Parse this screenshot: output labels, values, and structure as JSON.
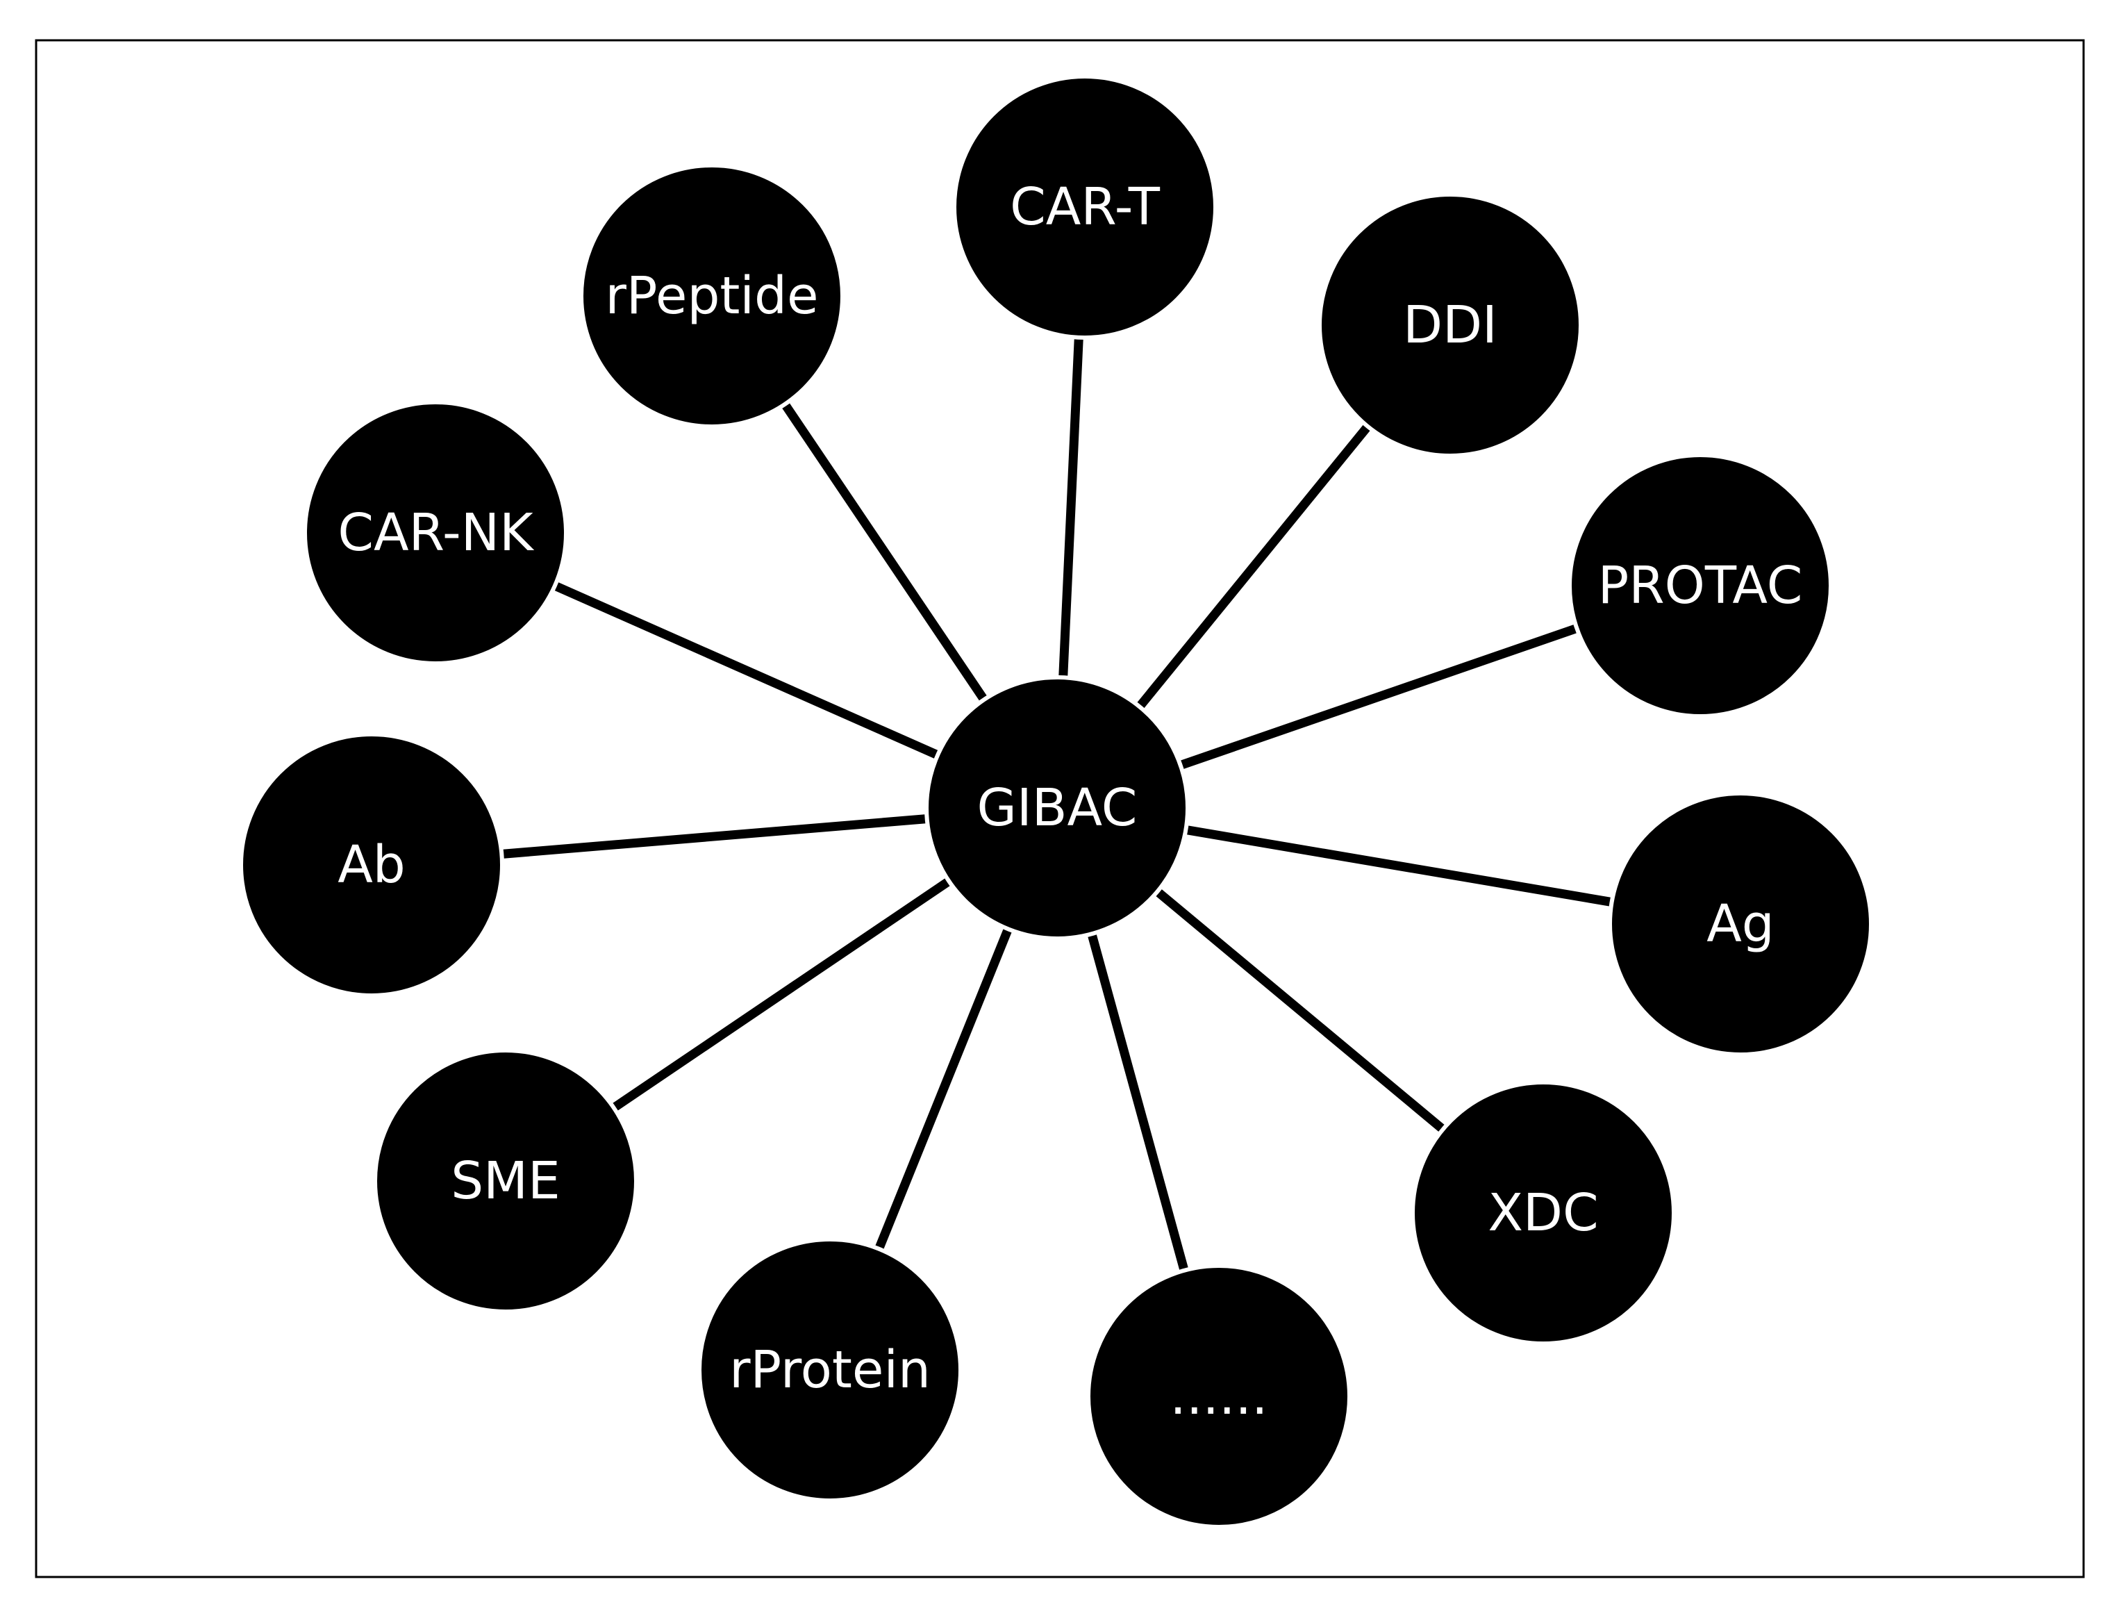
{
  "hub": {
    "label": "GIBAC",
    "fill": "#000000",
    "label_color": "#ffffff"
  },
  "nodes": [
    {
      "id": "car-t",
      "label": "CAR-T"
    },
    {
      "id": "ddi",
      "label": "DDI"
    },
    {
      "id": "protac",
      "label": "PROTAC"
    },
    {
      "id": "ag",
      "label": "Ag"
    },
    {
      "id": "xdc",
      "label": "XDC"
    },
    {
      "id": "more",
      "label": "......"
    },
    {
      "id": "rprotein",
      "label": "rProtein"
    },
    {
      "id": "sme",
      "label": "SME"
    },
    {
      "id": "ab",
      "label": "Ab"
    },
    {
      "id": "car-nk",
      "label": "CAR-NK"
    },
    {
      "id": "rpeptide",
      "label": "rPeptide"
    }
  ],
  "colors": {
    "node_fill": "#000000",
    "edge": "#000000",
    "label": "#ffffff",
    "frame": "#000000",
    "background": "#ffffff"
  }
}
